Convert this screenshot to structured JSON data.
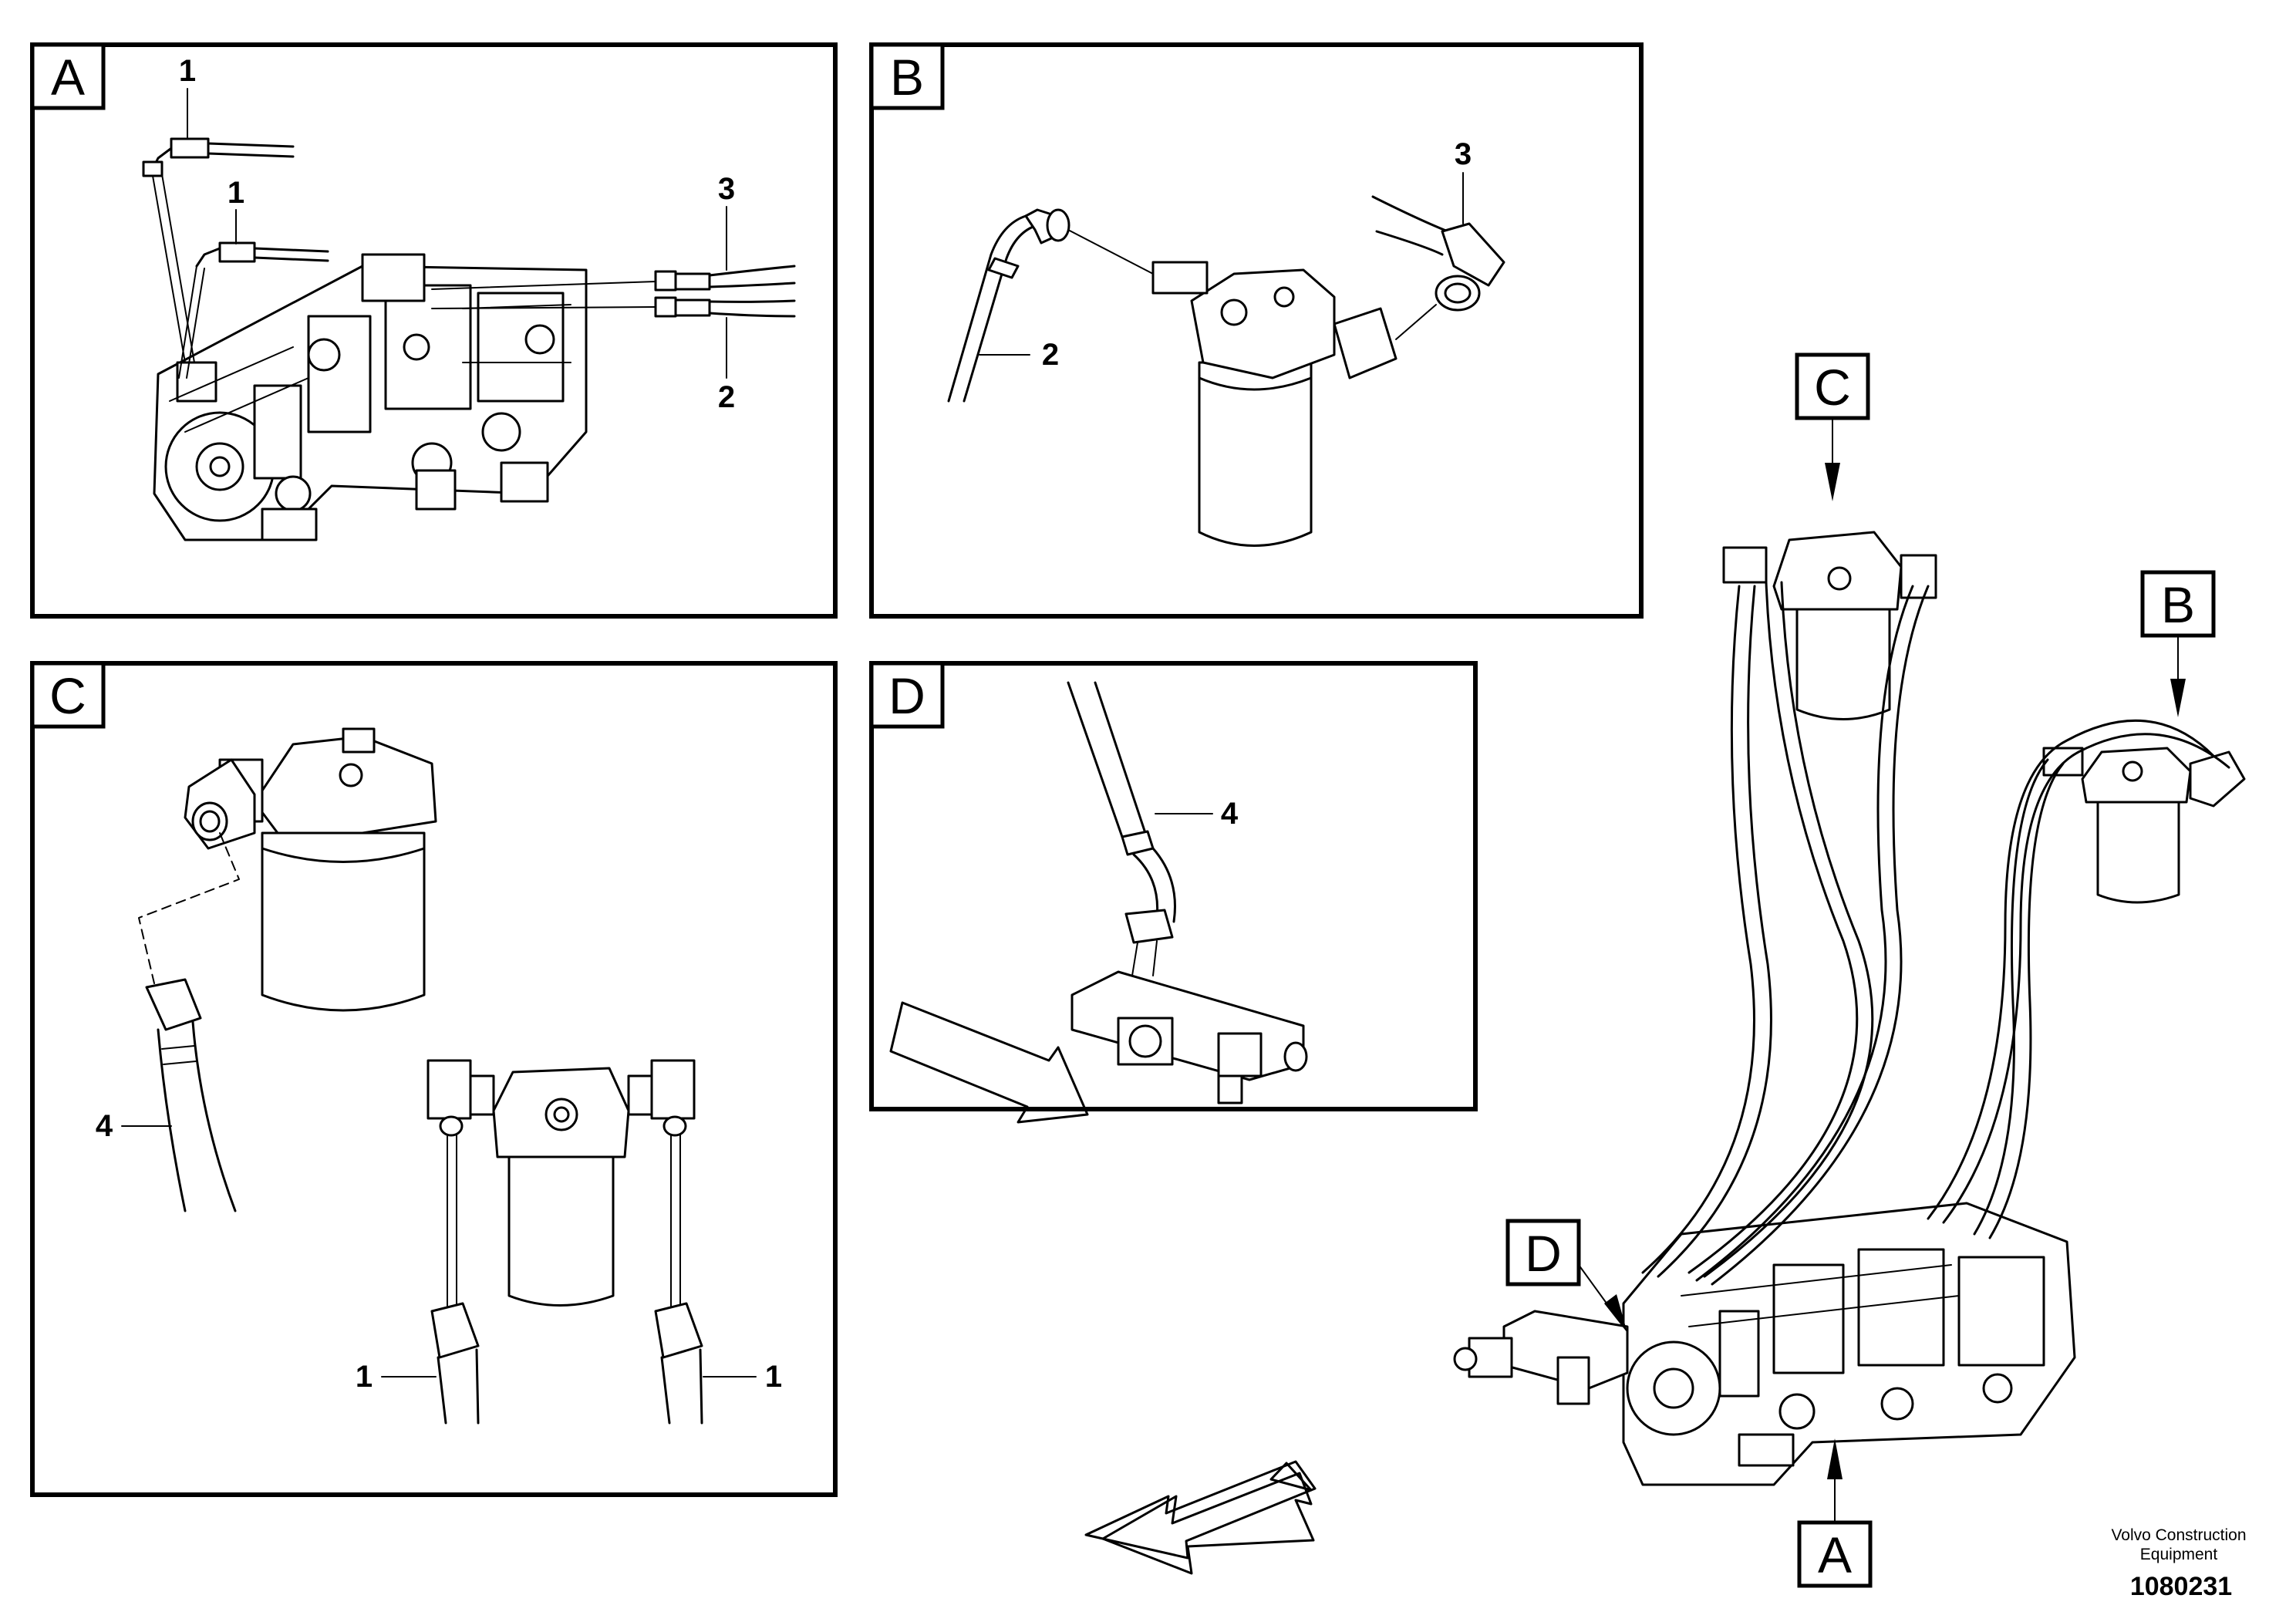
{
  "panels": {
    "A": {
      "tag": "A",
      "callouts": [
        "1",
        "1",
        "3",
        "2"
      ]
    },
    "B": {
      "tag": "B",
      "callouts": [
        "3",
        "2"
      ]
    },
    "C": {
      "tag": "C",
      "callouts": [
        "4",
        "1",
        "1"
      ]
    },
    "D": {
      "tag": "D",
      "callouts": [
        "4"
      ]
    }
  },
  "overview": {
    "view_tags": [
      "C",
      "B",
      "D",
      "A"
    ]
  },
  "footer": {
    "brand_line1": "Volvo Construction",
    "brand_line2": "Equipment",
    "part_number": "1080231"
  }
}
